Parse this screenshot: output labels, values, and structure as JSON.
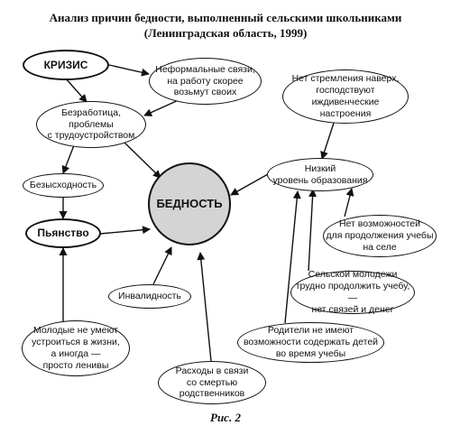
{
  "title_line1": "Анализ причин бедности, выполненный сельскими школьниками",
  "title_line2": "(Ленинградская область, 1999)",
  "caption": "Рис. 2",
  "nodes": {
    "krizis": "КРИЗИС",
    "neformalnye": "Неформальные связи,\nна работу скорее\nвозьмут своих",
    "bezrabotica": "Безработица,\nпроблемы\nс трудоустройством",
    "bezyshodnost": "Безысходность",
    "pyanstvo": "Пьянство",
    "bednost": "БЕДНОСТЬ",
    "net_stremleniya": "Нет стремления наверх,\nгосподствуют\nиждивенческие\nнастроения",
    "nizkiy": "Низкий\nуровень образования",
    "net_vozmozhnostey": "Нет возможностей\nдля продолжения учебы\nна селе",
    "selskoy": "Сельской молодежи\nтрудно продолжить учебу, —\nнет связей и денег",
    "roditeli": "Родители  не имеют\nвозможности содержать детей\nво время учебы",
    "invalidnost": "Инвалидность",
    "molodye": "Молодые не умеют\nустроиться в жизни,\nа иногда —\nпросто ленивы",
    "rashody": "Расходы в связи\nсо смертью\nродственников"
  }
}
